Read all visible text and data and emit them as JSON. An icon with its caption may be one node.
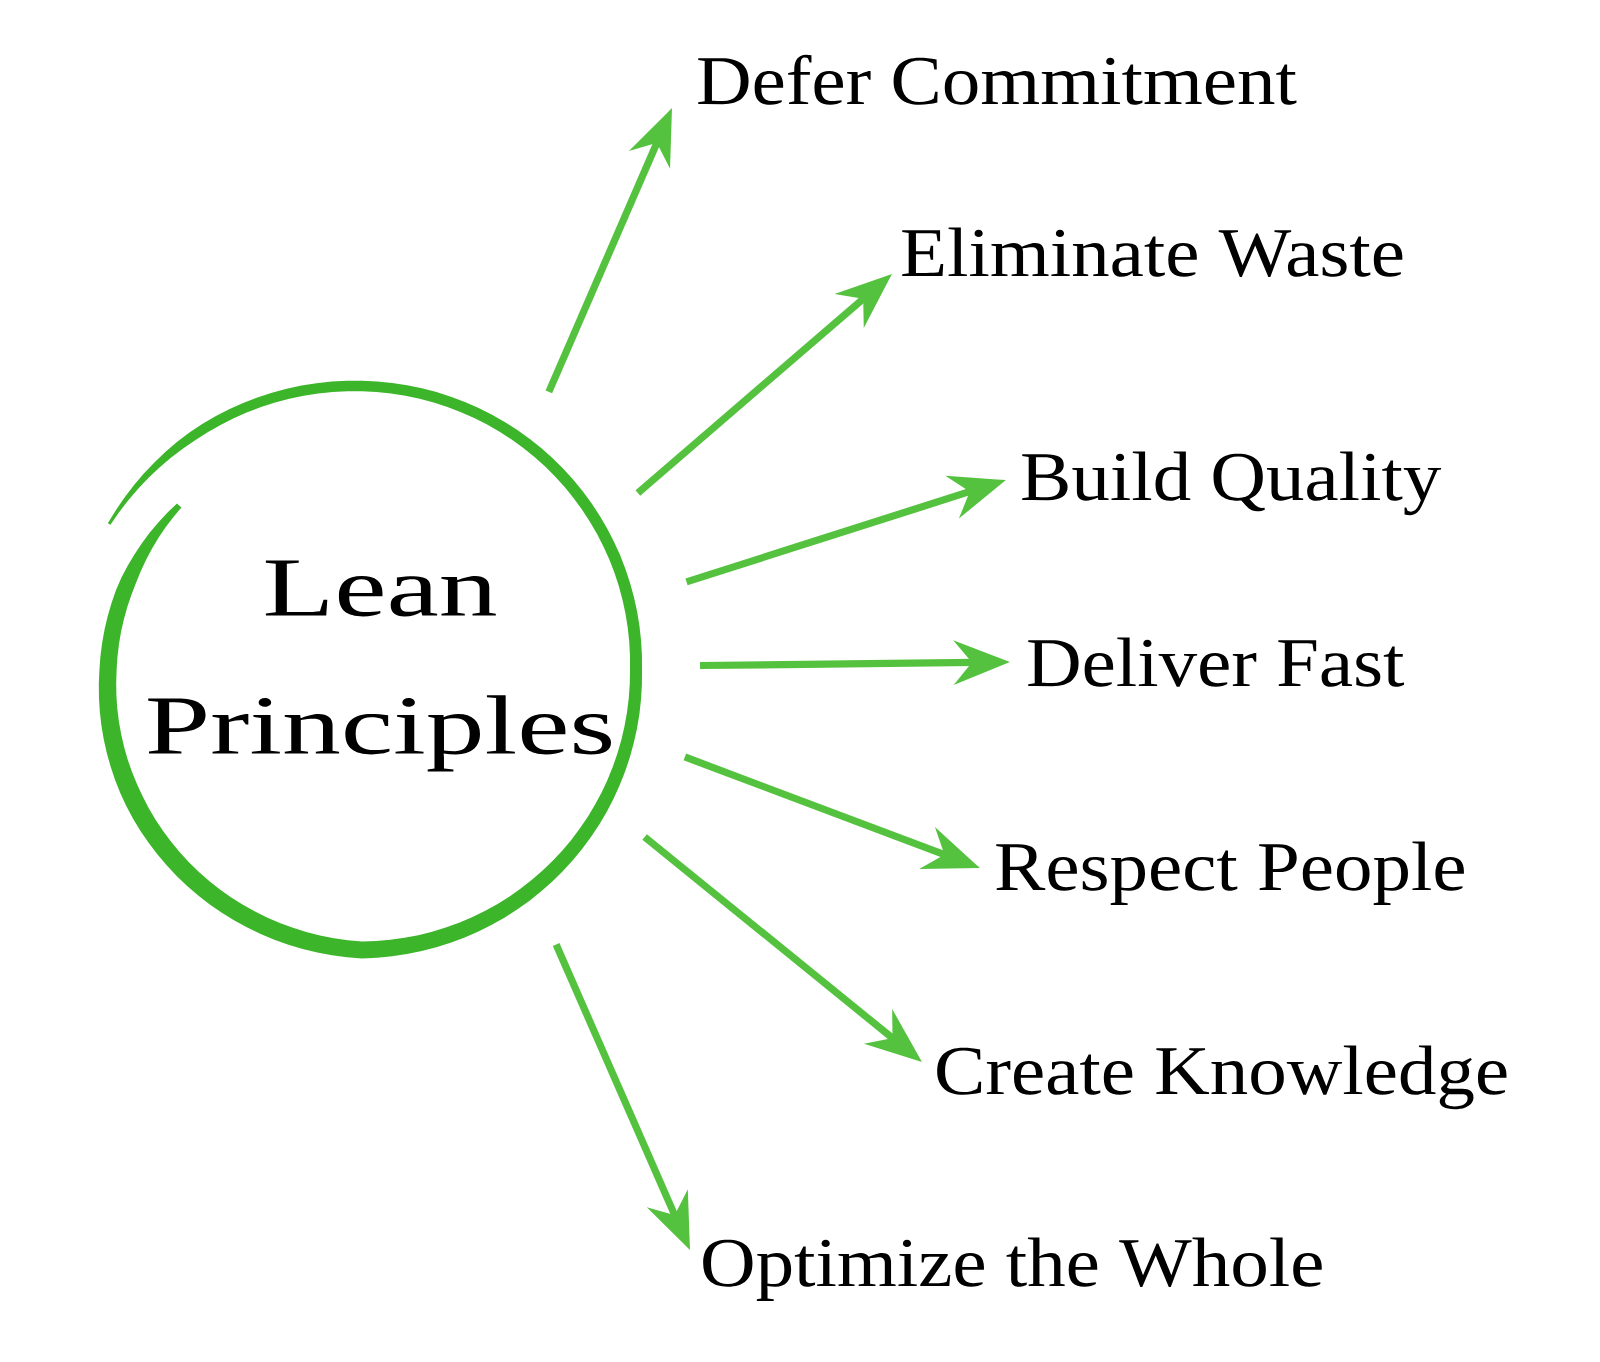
{
  "diagram": {
    "nodes": [
      {
        "text": [
          "Lean Principles"
        ]
      },
      {
        "text": [
          "Defer Commitment"
        ]
      },
      {
        "text": [
          "Eliminate Waste"
        ]
      },
      {
        "text": [
          "Build Quality"
        ]
      },
      {
        "text": [
          "Deliver Fast"
        ]
      },
      {
        "text": [
          "Respect People"
        ]
      },
      {
        "text": [
          "Create Knowledge"
        ]
      },
      {
        "text": [
          "Optimize the Whole"
        ]
      }
    ],
    "edges": [
      {
        "from": 0,
        "to": 1,
        "arrow": "to"
      },
      {
        "from": 0,
        "to": 2,
        "arrow": "to"
      },
      {
        "from": 0,
        "to": 3,
        "arrow": "to"
      },
      {
        "from": 0,
        "to": 4,
        "arrow": "to"
      },
      {
        "from": 0,
        "to": 5,
        "arrow": "to"
      },
      {
        "from": 0,
        "to": 6,
        "arrow": "to"
      },
      {
        "from": 0,
        "to": 7,
        "arrow": "to"
      }
    ]
  }
}
